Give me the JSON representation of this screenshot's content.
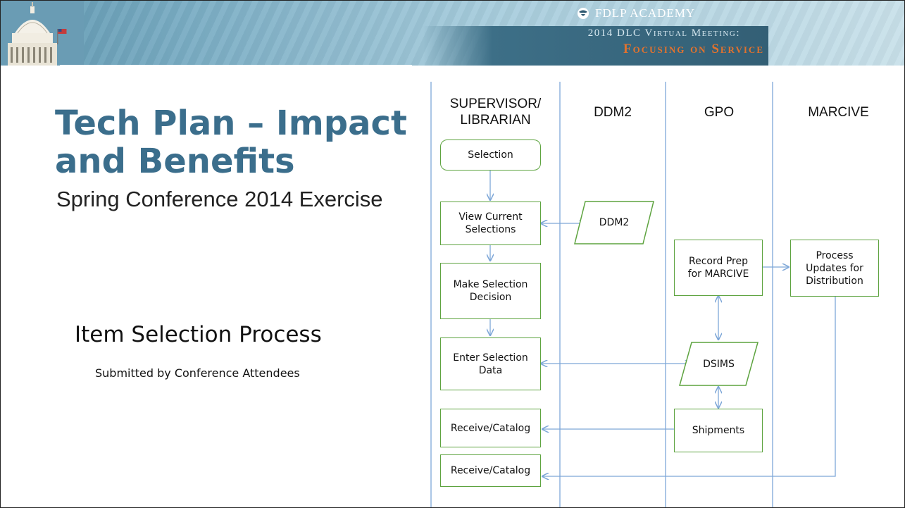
{
  "banner": {
    "academy": "FDLP ACADEMY",
    "meeting_line1": "2014 DLC Virtual Meeting:",
    "meeting_line2": "Focusing on Service"
  },
  "title": "Tech Plan – Impact and Benefits",
  "subtitle": "Spring Conference 2014 Exercise",
  "process_title": "Item Selection Process",
  "submitted": "Submitted by Conference Attendees",
  "lanes": [
    {
      "label": "SUPERVISOR/\nLIBRARIAN"
    },
    {
      "label": "DDM2"
    },
    {
      "label": "GPO"
    },
    {
      "label": "MARCIVE"
    }
  ],
  "nodes": {
    "selection": "Selection",
    "view_current": "View Current\nSelections",
    "make_decision": "Make Selection\nDecision",
    "enter_data": "Enter Selection\nData",
    "receive1": "Receive/Catalog",
    "receive2": "Receive/Catalog",
    "ddm2": "DDM2",
    "record_prep": "Record Prep\nfor MARCIVE",
    "dsims": "DSIMS",
    "shipments": "Shipments",
    "process_updates": "Process\nUpdates for\nDistribution"
  },
  "colors": {
    "title": "#3b6e8c",
    "box_border": "#5da33f",
    "connector": "#7ea7d8",
    "lane_divider": "#7ea7d8"
  }
}
